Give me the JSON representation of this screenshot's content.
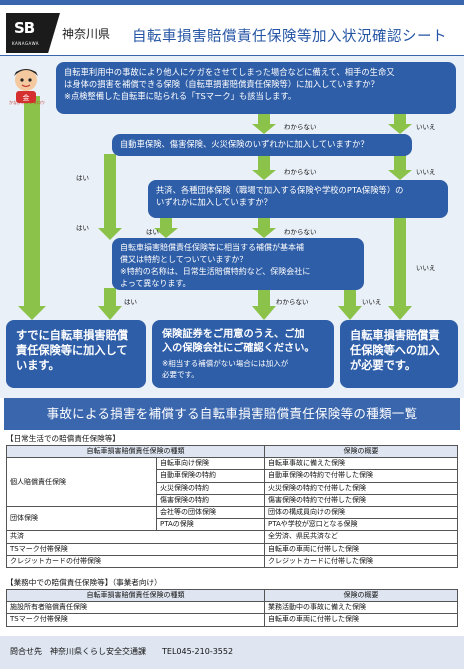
{
  "header": {
    "logo_text": "SB",
    "logo_sub": "KANAGAWA",
    "prefecture": "神奈川県",
    "title": "自転車損害賠償責任保険等加入状況確認シート"
  },
  "mascot": {
    "label": "かながわキンタロウ"
  },
  "flow": {
    "q1": [
      "自転車利用中の事故により他人にケガをさせてしまった場合などに備えて、相手の生命又",
      "は身体の損害を補償できる保険（自転車損害賠償責任保険等）に加入していますか？",
      "※点検整備した自転車に貼られる「TSマーク」も該当します。"
    ],
    "q2": "自動車保険、傷害保険、火災保険のいずれかに加入していますか？",
    "q3": [
      "共済、各種団体保険（職場で加入する保険や学校のPTA保険等）の",
      "いずれかに加入していますか？"
    ],
    "q4": [
      "自転車損害賠償責任保険等に相当する補償が基本補",
      "償又は特約としてついていますか？",
      "※特約の名称は、日常生活賠償特約など、保険会社に",
      "よって異なります。"
    ],
    "labels": {
      "yes": "はい",
      "unknown": "わからない",
      "no": "いいえ"
    },
    "a1": [
      "すでに自転車損害賠償",
      "責任保険等に加入して",
      "います。"
    ],
    "a2": [
      "保険証券をご用意のうえ、ご加",
      "入の保険会社にご確認ください。"
    ],
    "a2_note": [
      "※相当する補償がない場合には加入が",
      "必要です。"
    ],
    "a3": [
      "自転車損害賠償責",
      "任保険等への加入",
      "が必要です。"
    ]
  },
  "section_title": "事故による損害を補償する自転車損害賠償責任保険等の種類一覧",
  "daily": {
    "title": "【日常生活での賠償責任保険等】",
    "headers": [
      "自転車損害賠償責任保険の種類",
      "保険の概要"
    ],
    "group1": "個人賠償責任保険",
    "group2": "団体保険",
    "rows": [
      {
        "sub": "自転車向け保険",
        "desc": "自転車事故に備えた保険"
      },
      {
        "sub": "自動車保険の特約",
        "desc": "自動車保険の特約で付帯した保険"
      },
      {
        "sub": "火災保険の特約",
        "desc": "火災保険の特約で付帯した保険"
      },
      {
        "sub": "傷害保険の特約",
        "desc": "傷害保険の特約で付帯した保険"
      },
      {
        "sub": "会社等の団体保険",
        "desc": "団体の構成員向けの保険"
      },
      {
        "sub": "PTAの保険",
        "desc": "PTAや学校が窓口となる保険"
      }
    ],
    "single": [
      {
        "name": "共済",
        "desc": "全労済、県民共済など"
      },
      {
        "name": "TSマーク付帯保険",
        "desc": "自転車の車両に付帯した保険"
      },
      {
        "name": "クレジットカードの付帯保険",
        "desc": "クレジットカードに付帯した保険"
      }
    ]
  },
  "business": {
    "title": "【業務中での賠償責任保険等】（事業者向け）",
    "headers": [
      "自転車損害賠償責任保険の種類",
      "保険の概要"
    ],
    "rows": [
      {
        "name": "施設所有者賠償責任保険",
        "desc": "業務活動中の事故に備えた保険"
      },
      {
        "name": "TSマーク付帯保険",
        "desc": "自転車の車両に付帯した保険"
      }
    ]
  },
  "footer": {
    "text": "問合せ先　神奈川県くらし安全交通課　　TEL045-210-3552"
  }
}
